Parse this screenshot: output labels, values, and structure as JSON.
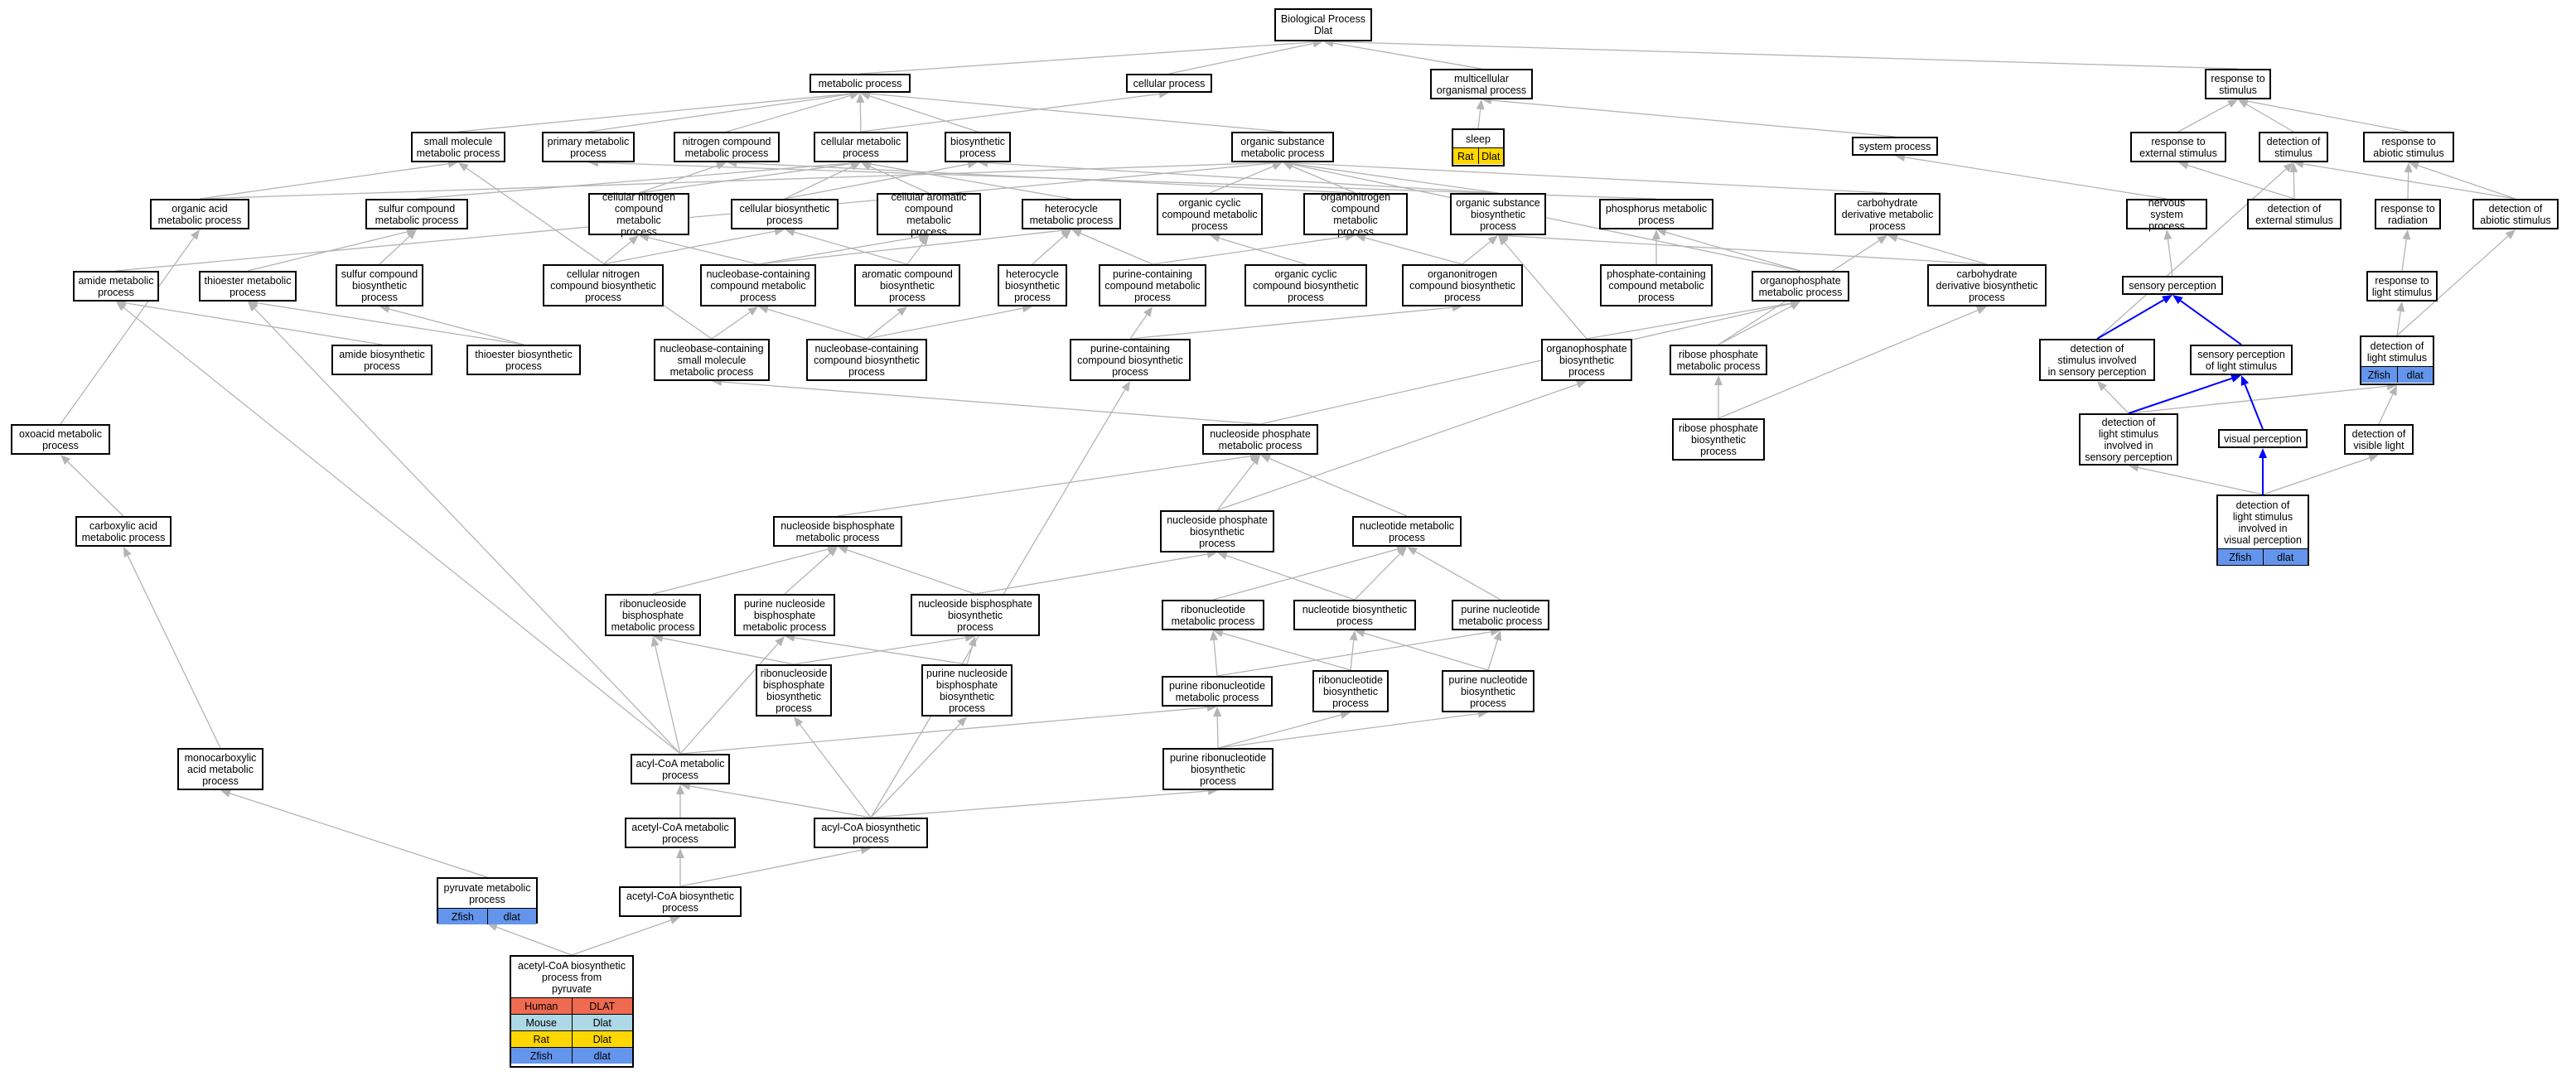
{
  "colors": {
    "edge": "#b4b4b4",
    "edge_highlight": "#0000ff",
    "human": "#ee6a50",
    "mouse": "#add8e6",
    "rat": "#ffd700",
    "zfish": "#6495ed"
  },
  "nodes": {
    "bp": "Biological Process\nDlat",
    "mp": "metabolic process",
    "cp": "cellular process",
    "mop": "multicellular\norganismal process",
    "rts": "response to\nstimulus",
    "smmp": "small molecule\nmetabolic process",
    "pmp": "primary metabolic\nprocess",
    "ncmp": "nitrogen compound\nmetabolic process",
    "cmp": "cellular metabolic\nprocess",
    "bsp": "biosynthetic\nprocess",
    "osmp": "organic substance\nmetabolic process",
    "sys": "system process",
    "rtes": "response to\nexternal stimulus",
    "dos": "detection of\nstimulus",
    "rtas": "response to\nabiotic stimulus",
    "oamp": "organic acid\nmetabolic process",
    "scmp": "sulfur compound\nmetabolic process",
    "cncmp": "cellular nitrogen\ncompound metabolic\nprocess",
    "cbp": "cellular biosynthetic\nprocess",
    "cacmp": "cellular aromatic\ncompound metabolic\nprocess",
    "hmp": "heterocycle\nmetabolic process",
    "occmp": "organic cyclic\ncompound metabolic\nprocess",
    "oncmp": "organonitrogen\ncompound metabolic\nprocess",
    "osbp": "organic substance\nbiosynthetic\nprocess",
    "phmp": "phosphorus metabolic\nprocess",
    "cdmp": "carbohydrate\nderivative metabolic\nprocess",
    "nsp": "nervous system\nprocess",
    "does": "detection of\nexternal stimulus",
    "rtr": "response to\nradiation",
    "doas": "detection of\nabiotic stimulus",
    "amp": "amide metabolic\nprocess",
    "tmp": "thioester metabolic\nprocess",
    "scbp": "sulfur compound\nbiosynthetic\nprocess",
    "cncbp": "cellular nitrogen\ncompound biosynthetic\nprocess",
    "nccmp": "nucleobase-containing\ncompound metabolic\nprocess",
    "acbp": "aromatic compound\nbiosynthetic\nprocess",
    "hbp": "heterocycle\nbiosynthetic\nprocess",
    "pccmp": "purine-containing\ncompound metabolic\nprocess",
    "occbp": "organic cyclic\ncompound biosynthetic\nprocess",
    "oncbp": "organonitrogen\ncompound biosynthetic\nprocess",
    "pcmp": "phosphate-containing\ncompound metabolic\nprocess",
    "opmp": "organophosphate\nmetabolic process",
    "cdbp": "carbohydrate\nderivative biosynthetic\nprocess",
    "sp": "sensory perception",
    "rtls": "response to\nlight stimulus",
    "abp": "amide biosynthetic\nprocess",
    "tbp": "thioester biosynthetic\nprocess",
    "ncsmmp": "nucleobase-containing\nsmall molecule\nmetabolic process",
    "nccbp": "nucleobase-containing\ncompound biosynthetic\nprocess",
    "pccbp": "purine-containing\ncompound biosynthetic\nprocess",
    "opbp": "organophosphate\nbiosynthetic\nprocess",
    "rppmp": "ribose phosphate\nmetabolic process",
    "dosisp": "detection of\nstimulus involved\nin sensory perception",
    "spols": "sensory perception\nof light stimulus",
    "oxmp": "oxoacid metabolic\nprocess",
    "npmp": "nucleoside phosphate\nmetabolic process",
    "rppbp": "ribose phosphate\nbiosynthetic\nprocess",
    "dolsisp": "detection of\nlight stimulus\ninvolved in\nsensory perception",
    "vp": "visual perception",
    "dovl": "detection of\nvisible light",
    "camp": "carboxylic acid\nmetabolic process",
    "nbpmp": "nucleoside bisphosphate\nmetabolic process",
    "npbp": "nucleoside phosphate\nbiosynthetic\nprocess",
    "nmp": "nucleotide metabolic\nprocess",
    "rbpmp": "ribonucleoside\nbisphosphate\nmetabolic process",
    "pnbpmp": "purine nucleoside\nbisphosphate\nmetabolic process",
    "nbpbp": "nucleoside bisphosphate\nbiosynthetic\nprocess",
    "rnmp": "ribonucleotide\nmetabolic process",
    "nbp": "nucleotide biosynthetic\nprocess",
    "pnmp": "purine nucleotide\nmetabolic process",
    "rbpbp": "ribonucleoside\nbisphosphate\nbiosynthetic\nprocess",
    "pnbpbp": "purine nucleoside\nbisphosphate\nbiosynthetic\nprocess",
    "prnmp": "purine ribonucleotide\nmetabolic process",
    "rnbp": "ribonucleotide\nbiosynthetic\nprocess",
    "pnbp": "purine nucleotide\nbiosynthetic\nprocess",
    "mcamp": "monocarboxylic\nacid metabolic\nprocess",
    "acmp": "acyl-CoA metabolic\nprocess",
    "prnbp": "purine ribonucleotide\nbiosynthetic\nprocess",
    "aacmp": "acetyl-CoA metabolic\nprocess",
    "acbsp": "acyl-CoA biosynthetic\nprocess",
    "acetbp": "acetyl-CoA biosynthetic\nprocess"
  },
  "annotated": {
    "sleep": {
      "label": "sleep",
      "cells": [
        [
          "Rat",
          "Dlat"
        ]
      ]
    },
    "dols": {
      "label": "detection of\nlight stimulus",
      "cells": [
        [
          "Zfish",
          "dlat"
        ]
      ]
    },
    "dolsivp": {
      "label": "detection of\nlight stimulus\ninvolved in\nvisual perception",
      "cells": [
        [
          "Zfish",
          "dlat"
        ]
      ]
    },
    "pyr": {
      "label": "pyruvate metabolic\nprocess",
      "cells": [
        [
          "Zfish",
          "dlat"
        ]
      ]
    },
    "root": {
      "label": "acetyl-CoA biosynthetic\nprocess from\npyruvate",
      "cells": [
        [
          "Human",
          "DLAT"
        ],
        [
          "Mouse",
          "Dlat"
        ],
        [
          "Rat",
          "Dlat"
        ],
        [
          "Zfish",
          "dlat"
        ]
      ]
    }
  }
}
